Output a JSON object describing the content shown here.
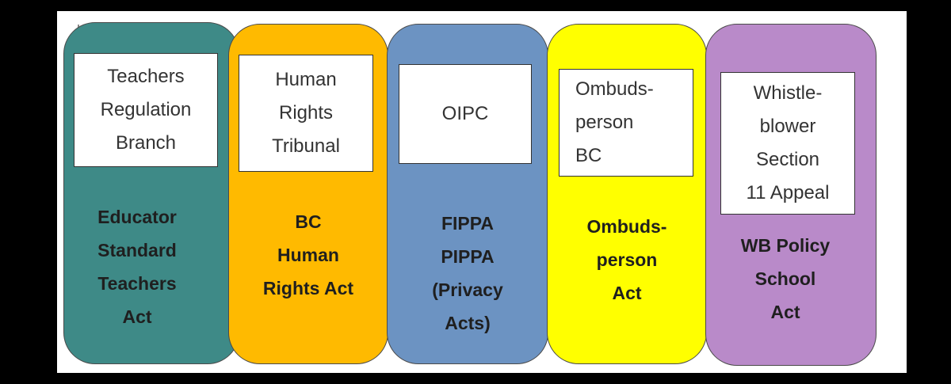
{
  "cards": [
    {
      "color": "#3e8a87",
      "box_lines": [
        "Teachers",
        "Regulation",
        "Branch"
      ],
      "act_lines": [
        "Educator",
        "Standard",
        "Teachers",
        "Act"
      ]
    },
    {
      "color": "#ffba00",
      "box_lines": [
        "Human",
        "Rights",
        "Tribunal"
      ],
      "act_lines": [
        "BC",
        "Human",
        "Rights Act"
      ]
    },
    {
      "color": "#6c93c2",
      "box_lines": [
        "OIPC"
      ],
      "act_lines": [
        "FIPPA",
        "PIPPA",
        "(Privacy",
        "Acts)"
      ]
    },
    {
      "color": "#ffff00",
      "box_lines": [
        "Ombuds-",
        "person",
        "BC"
      ],
      "act_lines": [
        "Ombuds-",
        "person",
        "Act"
      ]
    },
    {
      "color": "#b98ac9",
      "box_lines": [
        "Whistle-",
        "blower",
        "Section",
        "11 Appeal"
      ],
      "act_lines": [
        "WB Policy",
        "School",
        "Act"
      ]
    }
  ]
}
